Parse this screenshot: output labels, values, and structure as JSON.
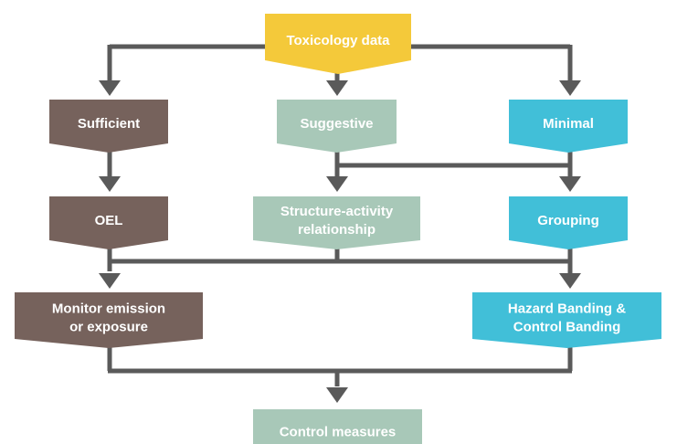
{
  "colors": {
    "connector": "#5a5a5a",
    "yellow": "#f4c93a",
    "brown": "#76625c",
    "sage": "#a8c8b8",
    "cyan": "#41bfd8",
    "text": "#ffffff"
  },
  "nodes": {
    "toxicology": {
      "lines": [
        "Toxicology data"
      ]
    },
    "sufficient": {
      "lines": [
        "Sufficient"
      ]
    },
    "suggestive": {
      "lines": [
        "Suggestive"
      ]
    },
    "minimal": {
      "lines": [
        "Minimal"
      ]
    },
    "oel": {
      "lines": [
        "OEL"
      ]
    },
    "sar": {
      "lines": [
        "Structure-activity",
        "relationship"
      ]
    },
    "grouping": {
      "lines": [
        "Grouping"
      ]
    },
    "monitor": {
      "lines": [
        "Monitor emission",
        "or exposure"
      ]
    },
    "hazard": {
      "lines": [
        "Hazard Banding &",
        "Control Banding"
      ]
    },
    "control": {
      "lines": [
        "Control measures"
      ]
    }
  }
}
